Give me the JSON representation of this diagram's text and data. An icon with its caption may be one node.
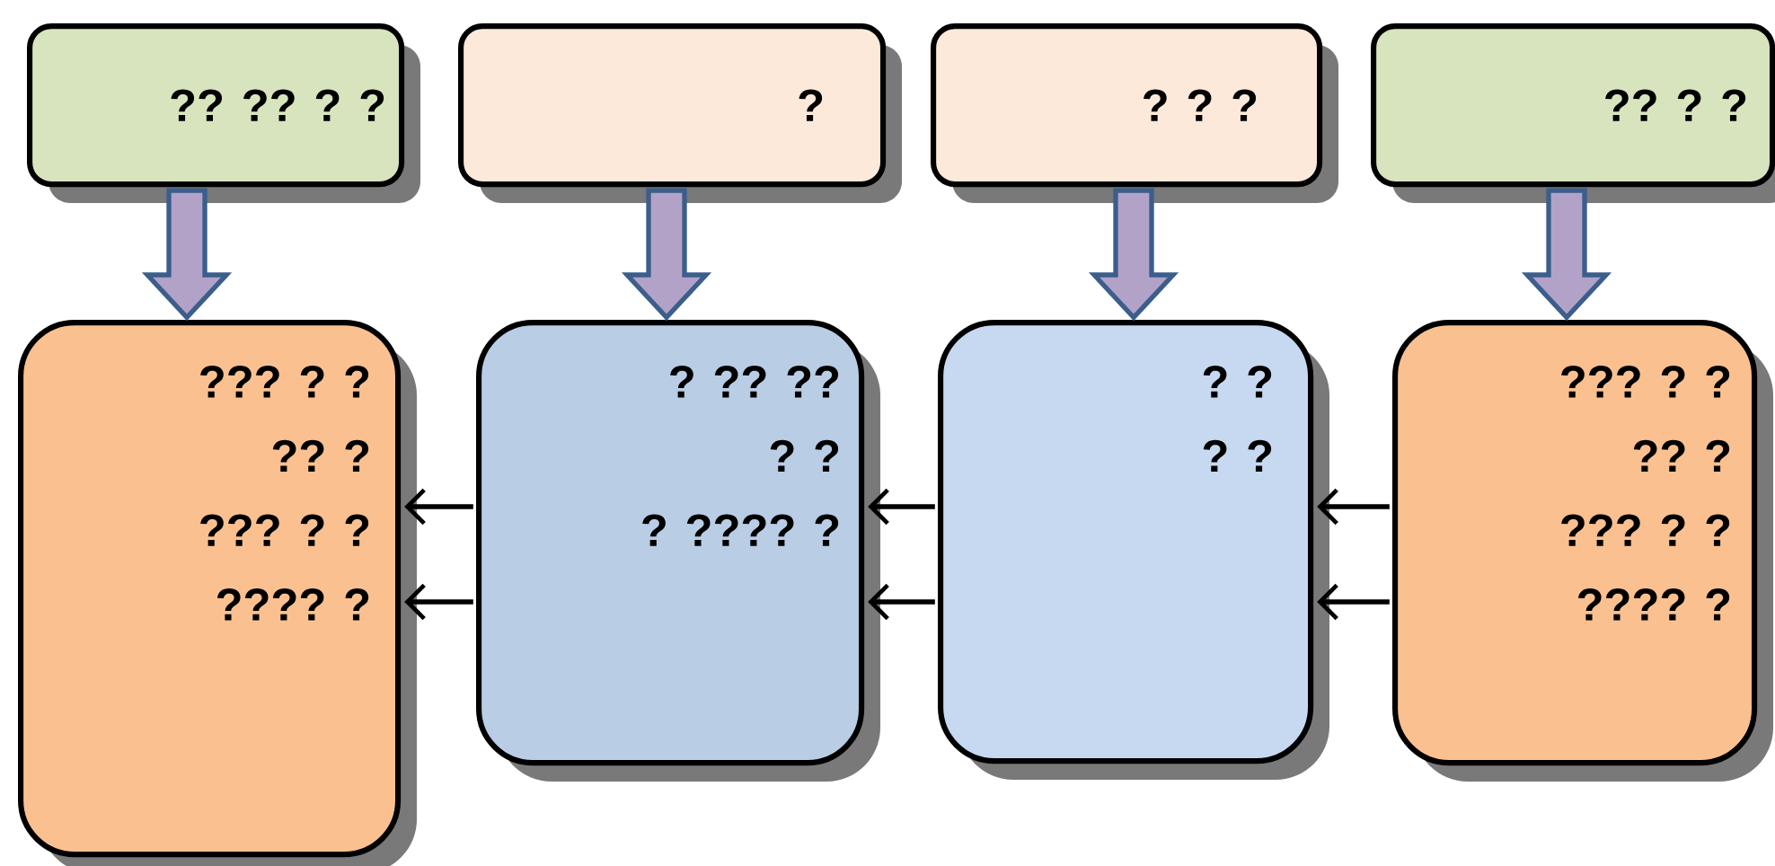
{
  "diagram": {
    "nodes": [
      {
        "text": [
          "?? ?? ? ?"
        ]
      },
      {
        "text": [
          "?"
        ]
      },
      {
        "text": [
          "? ? ?"
        ]
      },
      {
        "text": [
          "?? ? ?"
        ]
      },
      {
        "text": [
          "??? ? ?",
          "?? ?",
          "??? ? ?",
          "???? ?"
        ]
      },
      {
        "text": [
          "? ?? ??",
          "? ?",
          "? ???? ?"
        ]
      },
      {
        "text": [
          "? ?",
          "? ?"
        ]
      },
      {
        "text": [
          "??? ? ?",
          "?? ?",
          "??? ? ?",
          "???? ?"
        ]
      }
    ],
    "edges": [
      {
        "from": 0,
        "to": 4,
        "arrow": "to",
        "style": "thick",
        "color": "#3b5e8c"
      },
      {
        "from": 1,
        "to": 5,
        "arrow": "to",
        "style": "thick",
        "color": "#3b5e8c"
      },
      {
        "from": 2,
        "to": 6,
        "arrow": "to",
        "style": "thick",
        "color": "#3b5e8c"
      },
      {
        "from": 3,
        "to": 7,
        "arrow": "to",
        "style": "thick",
        "color": "#3b5e8c"
      },
      {
        "from": 5,
        "to": 4,
        "arrow": "to"
      },
      {
        "from": 5,
        "to": 4,
        "arrow": "to"
      },
      {
        "from": 6,
        "to": 5,
        "arrow": "to"
      },
      {
        "from": 6,
        "to": 5,
        "arrow": "to"
      },
      {
        "from": 7,
        "to": 6,
        "arrow": "to"
      },
      {
        "from": 7,
        "to": 6,
        "arrow": "to"
      }
    ]
  }
}
